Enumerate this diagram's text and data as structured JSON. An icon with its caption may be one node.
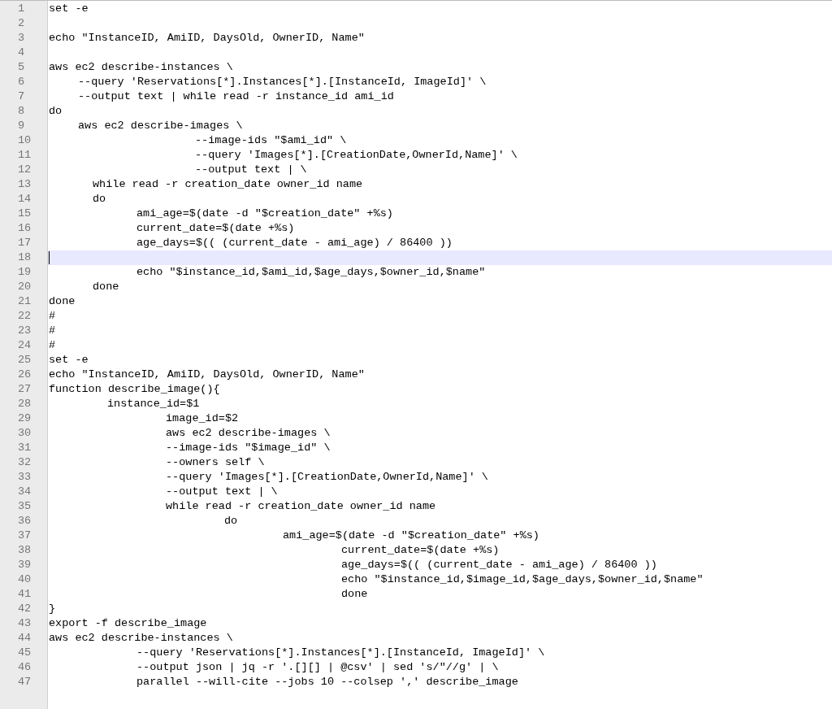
{
  "diagram": {
    "labels": [
      "1",
      "set -e",
      "2",
      "3",
      "echo \"InstanceID, AmiID, DaysOld, OwnerID, Name\"",
      "4",
      "5",
      "aws ec2 describe-instances \\",
      "6",
      "--query 'Reservations[*].Instances[*].[InstanceId, ImageId]' \\",
      "7",
      "--output text | while read -r instance_id ami_id",
      "8",
      "do",
      "9",
      "aws ec2 describe-images \\",
      "10",
      "--image-ids \"$ami_id\" \\",
      "11",
      "--query 'Images[*].[CreationDate,OwnerId,Name]' \\",
      "12",
      "--output text | \\",
      "13",
      "while read -r creation_date owner_id name",
      "14",
      "do",
      "15",
      "ami_age=$(date -d \"$creation_date\" +%s)",
      "16",
      "current_date=$(date +%s)",
      "17",
      "age_days=$(( (current_date - ami_age) / 86400 ))",
      "18",
      "19",
      "echo \"$instance_id,$ami_id,$age_days,$owner_id,$name\"",
      "20",
      "done",
      "21",
      "done",
      "22",
      "#",
      "23",
      "#",
      "24",
      "#",
      "25",
      "set -e",
      "26",
      "echo \"InstanceID, AmiID, DaysOld, OwnerID, Name\"",
      "27",
      "function describe_image(){",
      "28",
      "instance_id=$1",
      "29",
      "image_id=$2",
      "30",
      "aws ec2 describe-images \\",
      "31",
      "--image-ids \"$image_id\" \\",
      "32",
      "--owners self \\",
      "33",
      "--query 'Images[*].[CreationDate,OwnerId,Name]' \\",
      "34",
      "--output text | \\",
      "35",
      "while read -r creation_date owner_id name",
      "36",
      "do",
      "37",
      "ami_age=$(date -d \"$creation_date\" +%s)",
      "38",
      "current_date=$(date +%s)",
      "39",
      "age_days=$(( (current_date - ami_age) / 86400 ))",
      "40",
      "echo \"$instance_id,$image_id,$age_days,$owner_id,$name\"",
      "41",
      "done",
      "42",
      "}",
      "43",
      "export -f describe_image",
      "44",
      "aws ec2 describe-instances \\",
      "45",
      "--query 'Reservations[*].Instances[*].[InstanceId, ImageId]' \\",
      "46",
      "--output json | jq -r '.[][] | @csv' | sed 's/\"//g' | \\",
      "47",
      "parallel --will-cite --jobs 10 --colsep ',' describe_image"
    ]
  }
}
